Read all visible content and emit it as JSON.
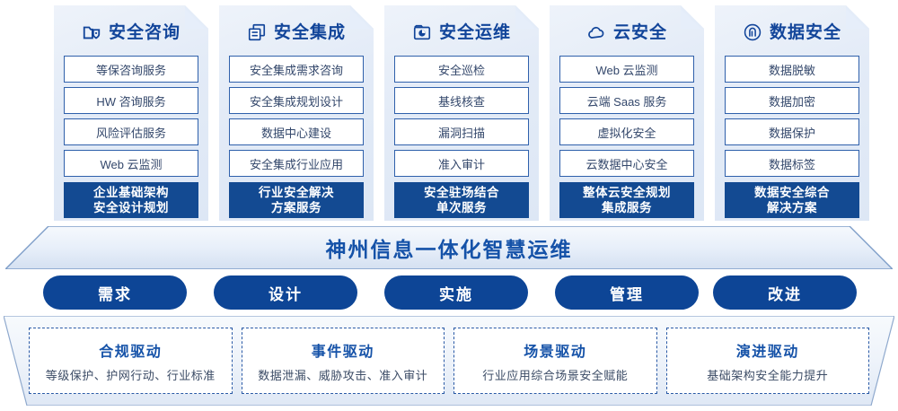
{
  "banner": {
    "title": "神州信息一体化智慧运维"
  },
  "pillars": [
    {
      "icon": "folder-shield-icon",
      "title": "安全咨询",
      "items": [
        "等保咨询服务",
        "HW 咨询服务",
        "风险评估服务",
        "Web 云监测"
      ],
      "summary_line1": "企业基础架构",
      "summary_line2": "安全设计规划"
    },
    {
      "icon": "stacked-windows-icon",
      "title": "安全集成",
      "items": [
        "安全集成需求咨询",
        "安全集成规划设计",
        "数据中心建设",
        "安全集成行业应用"
      ],
      "summary_line1": "行业安全解决",
      "summary_line2": "方案服务"
    },
    {
      "icon": "box-pie-chart-icon",
      "title": "安全运维",
      "items": [
        "安全巡检",
        "基线核查",
        "漏洞扫描",
        "准入审计"
      ],
      "summary_line1": "安全驻场结合",
      "summary_line2": "单次服务"
    },
    {
      "icon": "cloud-icon",
      "title": "云安全",
      "items": [
        "Web 云监测",
        "云端 Saas 服务",
        "虚拟化安全",
        "云数据中心安全"
      ],
      "summary_line1": "整体云安全规划",
      "summary_line2": "集成服务"
    },
    {
      "icon": "fingerprint-icon",
      "title": "数据安全",
      "items": [
        "数据脱敏",
        "数据加密",
        "数据保护",
        "数据标签"
      ],
      "summary_line1": "数据安全综合",
      "summary_line2": "解决方案"
    }
  ],
  "phases": [
    "需求",
    "设计",
    "实施",
    "管理",
    "改进"
  ],
  "drivers": [
    {
      "title": "合规驱动",
      "subtitle": "等级保护、护网行动、行业标准"
    },
    {
      "title": "事件驱动",
      "subtitle": "数据泄漏、威胁攻击、准入审计"
    },
    {
      "title": "场景驱动",
      "subtitle": "行业应用综合场景安全赋能"
    },
    {
      "title": "演进驱动",
      "subtitle": "基础架构安全能力提升"
    }
  ],
  "colors": {
    "brand_blue": "#12459a",
    "dark_blue": "#134a92",
    "pill_blue": "#0d4596",
    "item_border": "#2f60ab",
    "item_text": "#33476b"
  }
}
